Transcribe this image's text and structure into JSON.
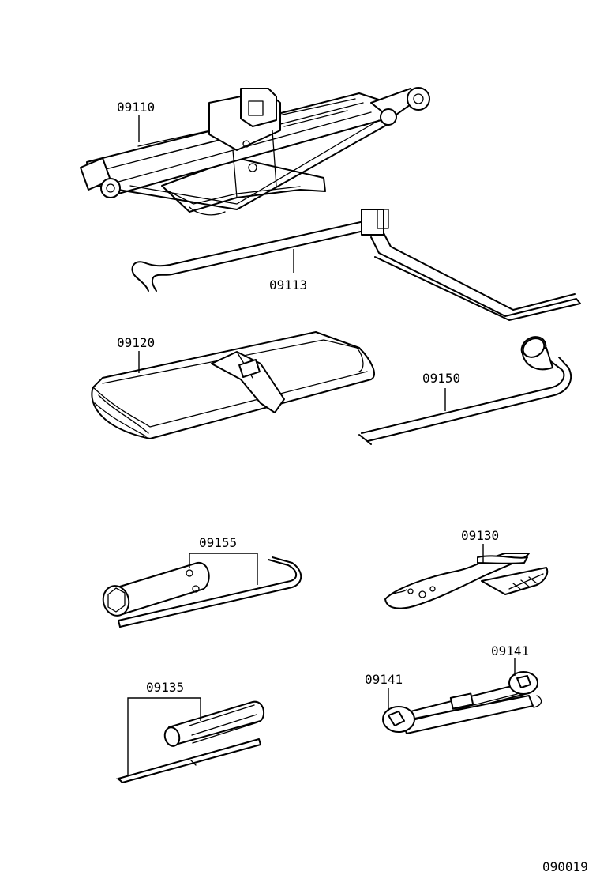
{
  "diagram": {
    "parts": [
      {
        "id": "jack",
        "part_number": "09110"
      },
      {
        "id": "jack-handle",
        "part_number": "09113"
      },
      {
        "id": "tool-bag",
        "part_number": "09120"
      },
      {
        "id": "wheel-nut-wrench",
        "part_number": "09150"
      },
      {
        "id": "plug-wrench",
        "part_number": "09155"
      },
      {
        "id": "pliers",
        "part_number": "09130"
      },
      {
        "id": "screwdriver",
        "part_number": "09135"
      },
      {
        "id": "wrench-left",
        "part_number": "09141"
      },
      {
        "id": "wrench-right",
        "part_number": "09141"
      }
    ],
    "figure_code": "090019"
  }
}
